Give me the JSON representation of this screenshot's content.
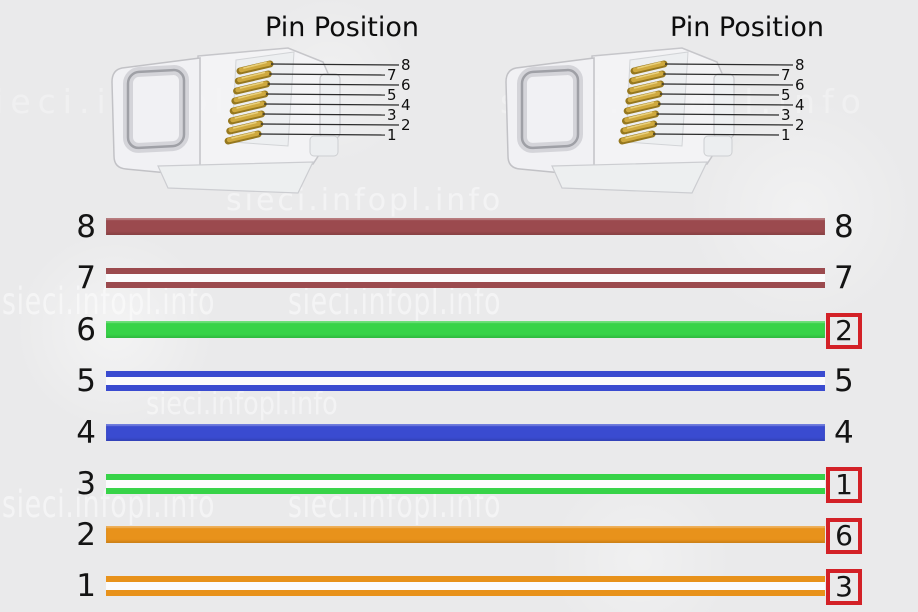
{
  "watermark": {
    "text": "sieci.infopl.info"
  },
  "connectors": {
    "left": {
      "title": "Pin Position"
    },
    "right": {
      "title": "Pin Position"
    },
    "pin_labels": [
      "8",
      "7",
      "6",
      "5",
      "4",
      "3",
      "2",
      "1"
    ]
  },
  "colors": {
    "background": "#eaeaeb",
    "brown": "#9b4a4e",
    "green": "#37d348",
    "blue": "#3a4bd0",
    "orange": "#e8921b",
    "crossed_box_red": "#d32127",
    "pin_gold": "#cfa93f",
    "label_black": "#141414"
  },
  "wires": [
    {
      "left_pin": "8",
      "right_pin": "8",
      "color": "brown",
      "pattern": "solid",
      "crossed": false,
      "pair_name": "brown"
    },
    {
      "left_pin": "7",
      "right_pin": "7",
      "color": "brown",
      "pattern": "striped",
      "crossed": false,
      "pair_name": "white-brown"
    },
    {
      "left_pin": "6",
      "right_pin": "2",
      "color": "green",
      "pattern": "solid",
      "crossed": true,
      "pair_name": "green"
    },
    {
      "left_pin": "5",
      "right_pin": "5",
      "color": "blue",
      "pattern": "striped",
      "crossed": false,
      "pair_name": "white-blue"
    },
    {
      "left_pin": "4",
      "right_pin": "4",
      "color": "blue",
      "pattern": "solid",
      "crossed": false,
      "pair_name": "blue"
    },
    {
      "left_pin": "3",
      "right_pin": "1",
      "color": "green",
      "pattern": "striped",
      "crossed": true,
      "pair_name": "white-green"
    },
    {
      "left_pin": "2",
      "right_pin": "6",
      "color": "orange",
      "pattern": "solid",
      "crossed": true,
      "pair_name": "orange"
    },
    {
      "left_pin": "1",
      "right_pin": "3",
      "color": "orange",
      "pattern": "striped",
      "crossed": true,
      "pair_name": "white-orange"
    }
  ]
}
